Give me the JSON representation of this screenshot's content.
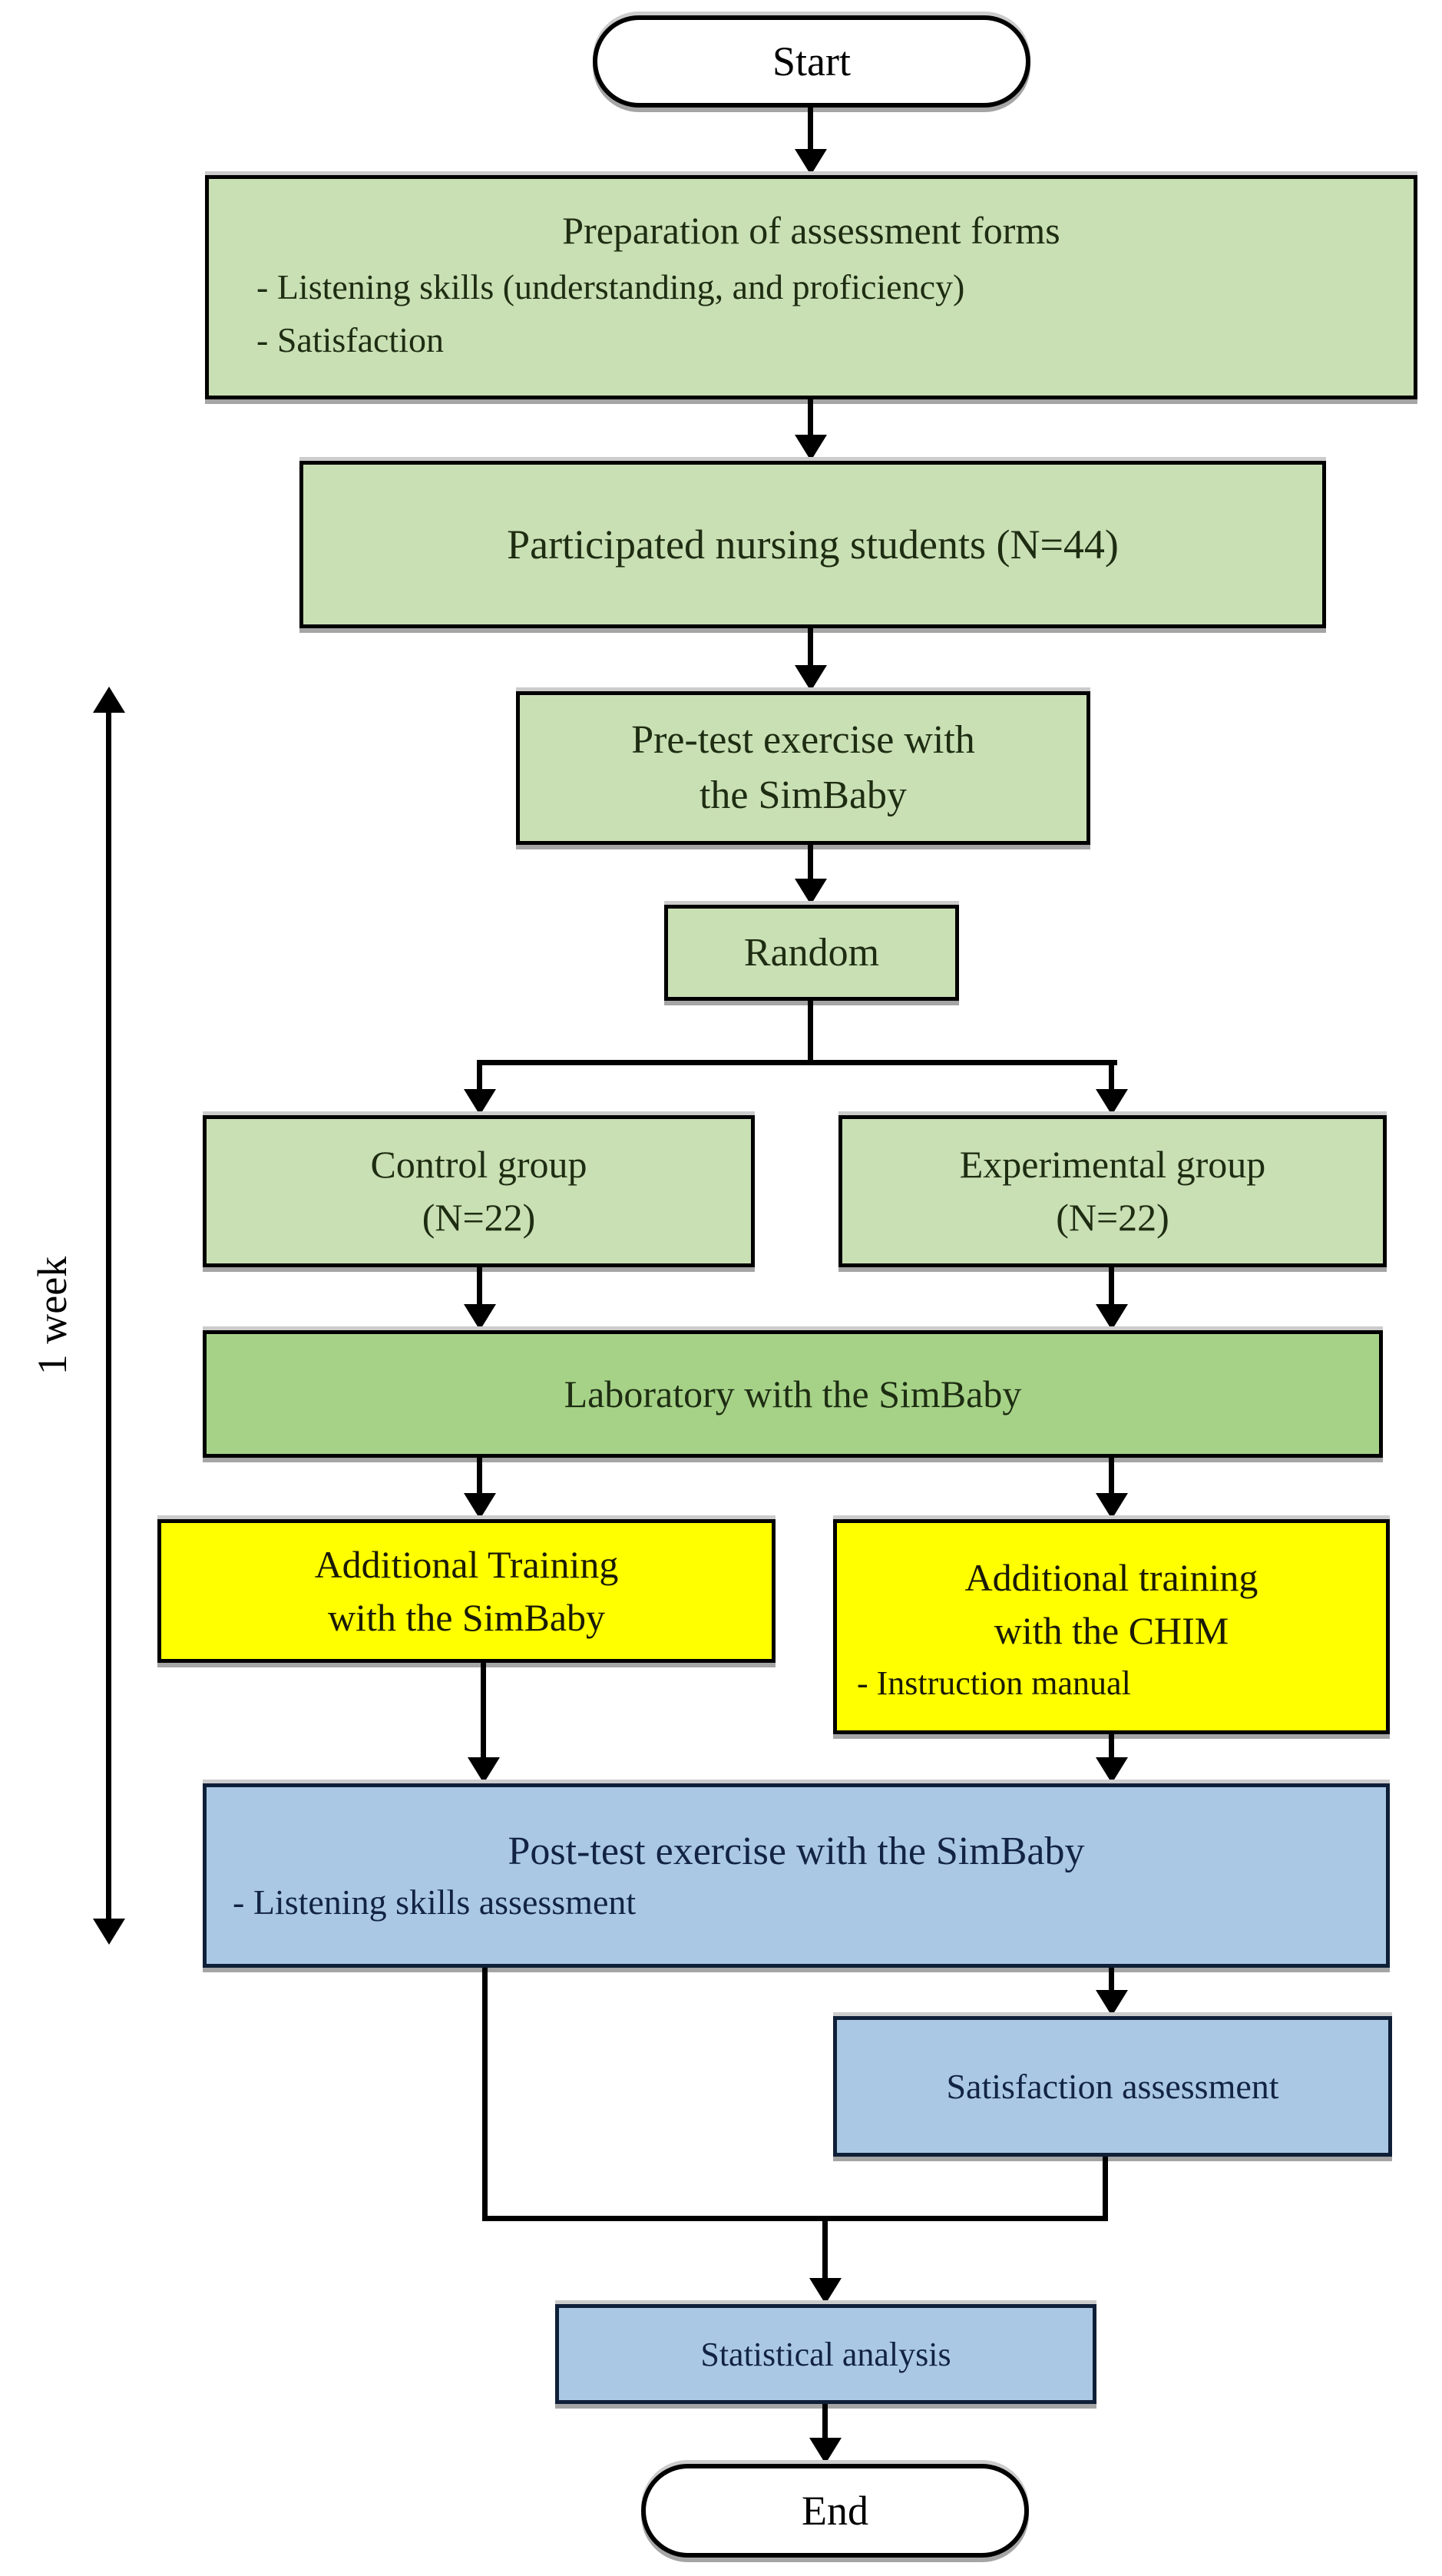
{
  "nodes": {
    "start": {
      "label": "Start"
    },
    "preparation": {
      "title": "Preparation of assessment forms",
      "bullets": [
        "- Listening skills (understanding, and proficiency)",
        "- Satisfaction"
      ]
    },
    "participated": {
      "label": "Participated nursing students (N=44)"
    },
    "pretest": {
      "lines": [
        "Pre-test exercise with",
        "the SimBaby"
      ]
    },
    "random": {
      "label": "Random"
    },
    "control": {
      "lines": [
        "Control group",
        "(N=22)"
      ]
    },
    "experimental": {
      "lines": [
        "Experimental group",
        "(N=22)"
      ]
    },
    "laboratory": {
      "label": "Laboratory with the SimBaby"
    },
    "training_simbaby": {
      "lines": [
        "Additional Training",
        "with the SimBaby"
      ]
    },
    "training_chim": {
      "lines": [
        "Additional training",
        "with the CHIM"
      ],
      "bullet": "- Instruction manual"
    },
    "posttest": {
      "title": "Post-test exercise with the SimBaby",
      "bullet": "- Listening skills assessment"
    },
    "satisfaction": {
      "label": "Satisfaction assessment"
    },
    "statistical": {
      "label": "Statistical analysis"
    },
    "end": {
      "label": "End"
    }
  },
  "annotations": {
    "duration": "1 week"
  },
  "colors": {
    "light_green": "#c9dfb4",
    "medium_green": "#a6d288",
    "yellow": "#ffff00",
    "blue": "#aac8e4",
    "outline": "#000000",
    "blue_outline": "#0f1f38"
  }
}
